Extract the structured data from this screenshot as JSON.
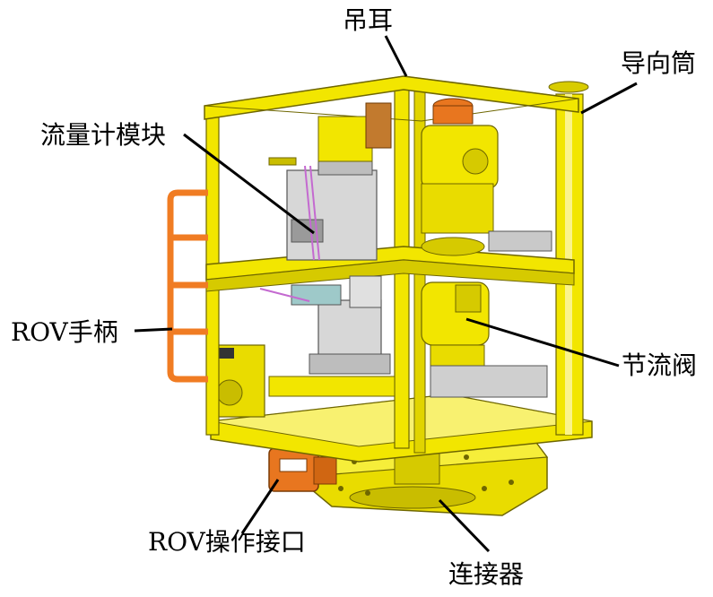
{
  "labels": {
    "lifting_lug": "吊耳",
    "guide_tube": "导向筒",
    "flowmeter_module": "流量计模块",
    "rov_handle": "ROV手柄",
    "choke_valve": "节流阀",
    "rov_interface": "ROV操作接口",
    "connector": "连接器"
  },
  "colors": {
    "frame_yellow": "#f2e600",
    "frame_shadow": "#c9bd00",
    "frame_dark": "#a39900",
    "handle_orange": "#f07c23",
    "interface_orange": "#e8761f",
    "module_gray": "#d7d7d7",
    "module_dark": "#9a9a9a",
    "leader_line": "#000000"
  }
}
